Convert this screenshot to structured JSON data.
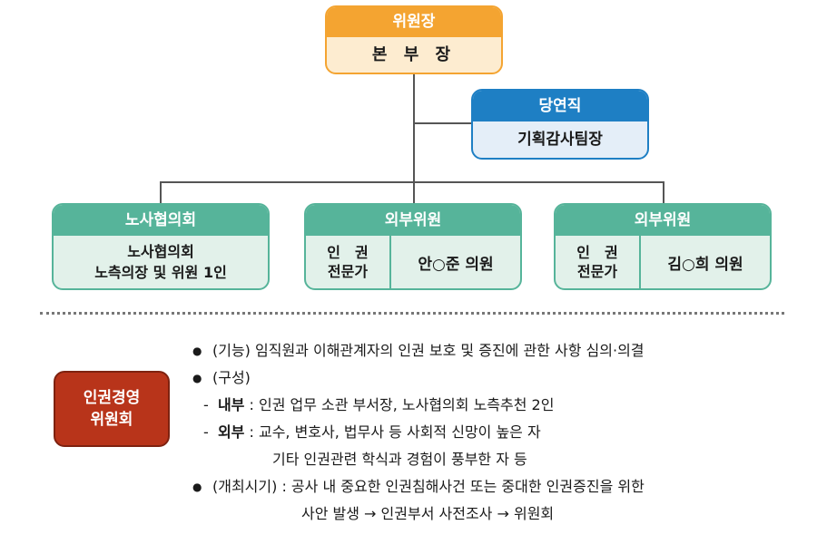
{
  "chairman": {
    "header": "위원장",
    "body": "본 부 장"
  },
  "ex_officio": {
    "header": "당연직",
    "body": "기획감사팀장"
  },
  "labor": {
    "header": "노사협의회",
    "line1": "노사협의회",
    "line2": "노측의장 및 위원 1인"
  },
  "external1": {
    "header": "외부위원",
    "label1": "인　권",
    "label2": "전문가",
    "name": "안○준 의원"
  },
  "external2": {
    "header": "외부위원",
    "label1": "인　권",
    "label2": "전문가",
    "name": "김○희 의원"
  },
  "committee": {
    "line1": "인권경영",
    "line2": "위원회"
  },
  "description": {
    "function": "(기능) 임직원과 이해관계자의 인권 보호 및 증진에 관한 사항 심의·의결",
    "composition": "(구성)",
    "internal_label": "내부",
    "internal_text": ": 인권 업무 소관 부서장, 노사협의회 노측추천 2인",
    "external_label": "외부",
    "external_text": ": 교수, 변호사, 법무사 등 사회적 신망이 높은 자",
    "external_text2": "기타 인권관련 학식과 경험이 풍부한 자 등",
    "schedule": "(개최시기) : 공사 내 중요한 인권침해사건 또는 중대한 인권증진을 위한",
    "schedule2": "사안 발생 → 인권부서 사전조사 → 위원회"
  },
  "bullet_symbol": "●",
  "dash_symbol": "-"
}
